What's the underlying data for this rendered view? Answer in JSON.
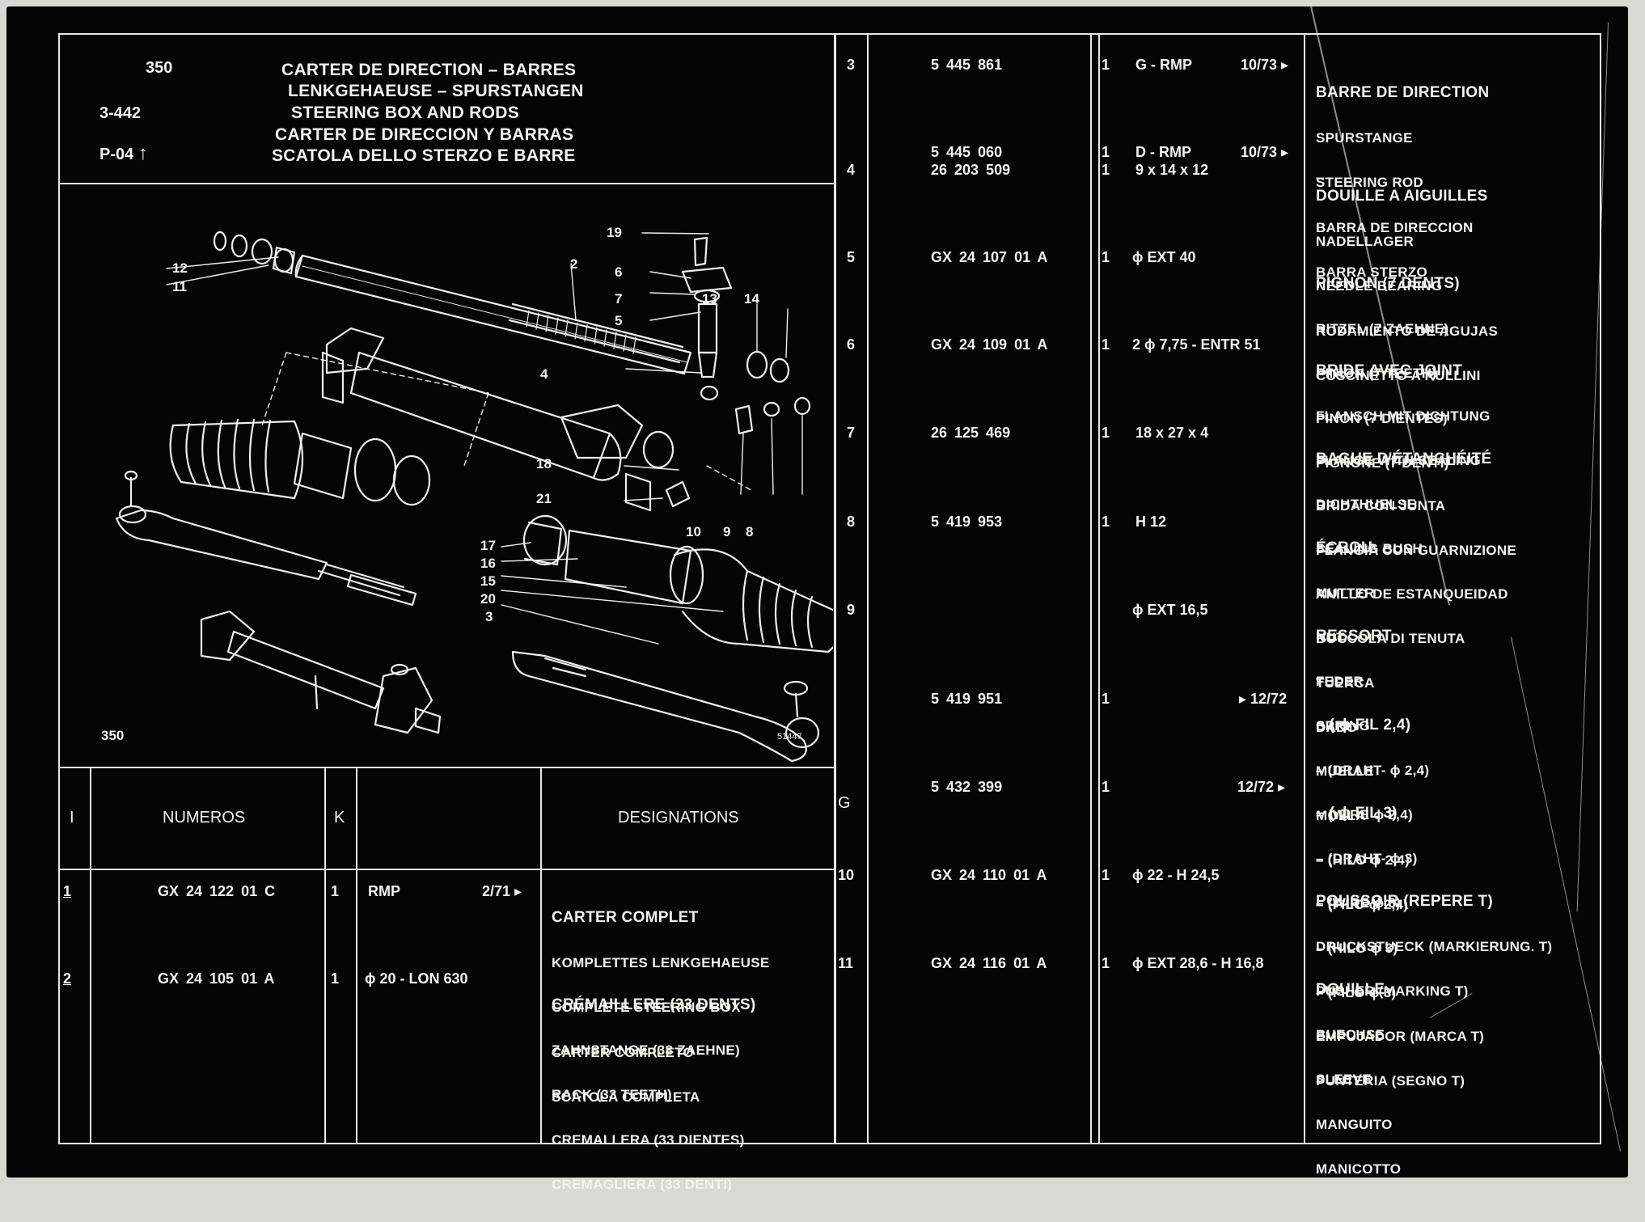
{
  "header": {
    "code": "350",
    "ref1": "3-442",
    "ref2": "P-04",
    "ref2_arrow": "↑",
    "titles": [
      "CARTER DE DIRECTION – BARRES",
      "LENKGEHAEUSE – SPURSTANGEN",
      "STEERING BOX AND RODS",
      "CARTER DE DIRECCION Y BARRAS",
      "SCATOLA DELLO STERZO E BARRE"
    ]
  },
  "diagram": {
    "footer_code": "350",
    "corner_code": "51447",
    "callouts": [
      "19",
      "12",
      "11",
      "2",
      "6",
      "7",
      "13",
      "14",
      "5",
      "4",
      "18",
      "21",
      "10",
      "9",
      "8",
      "17",
      "16",
      "15",
      "20",
      "3"
    ]
  },
  "table_head": {
    "col_i": "I",
    "col_numeros": "NUMEROS",
    "col_k": "K",
    "col_designations": "DESIGNATIONS",
    "col_g": "G"
  },
  "left_rows": [
    {
      "ref": "1",
      "number": "GX 24 122 01 C",
      "qty": "1",
      "spec": "RMP",
      "date": "2/71 ▸",
      "designation": [
        "CARTER COMPLET",
        "KOMPLETTES LENKGEHAEUSE",
        "COMPLETE STEERING BOX",
        "CARTER COMPLETO",
        "SCATOLA COMPLETA"
      ]
    },
    {
      "ref": "2",
      "number": "GX 24 105 01 A",
      "qty": "1",
      "spec": "ϕ 20 - LON 630",
      "date": "",
      "designation": [
        "CRÉMAILLERE (33 DENTS)",
        "ZAHNSTANGE (33 ZAEHNE)",
        "RACK (33 TEETH)",
        "CREMALLERA (33 DIENTES)",
        "CREMAGLIERA (33 DENTI)"
      ]
    }
  ],
  "right_rows": [
    {
      "ref": "3",
      "number": "5 445 861",
      "qty": "1",
      "spec": "G - RMP",
      "date": "10/73 ▸",
      "designation": [
        "BARRE DE DIRECTION",
        "SPURSTANGE",
        "STEERING ROD",
        "BARRA DE DIRECCION",
        "BARRA STERZO"
      ]
    },
    {
      "ref": "",
      "number": "5 445 060",
      "qty": "1",
      "spec": "D - RMP",
      "date": "10/73 ▸",
      "designation": [
        "–"
      ]
    },
    {
      "ref": "4",
      "number": "26 203 509",
      "qty": "1",
      "spec": "9 x 14 x 12",
      "date": "",
      "designation": [
        "DOUILLE A AIGUILLES",
        "NADELLAGER",
        "NEEDLE BEARING",
        "RODAMIENTO DE AGUJAS",
        "CUSCINETTO A RULLINI"
      ]
    },
    {
      "ref": "5",
      "number": "GX 24 107 01 A",
      "qty": "1",
      "spec": "ϕ EXT 40",
      "date": "",
      "designation": [
        "PIGNON (7 DENTS)",
        "RITZEL (7 ZAEHNE)",
        "PINION (7 TEETH)",
        "PINON (7 DIENTES)",
        "PIGNONE (7 DENTI)"
      ]
    },
    {
      "ref": "6",
      "number": "GX 24 109 01 A",
      "qty": "1",
      "spec": "2 ϕ 7,75 - ENTR 51",
      "date": "",
      "designation": [
        "BRIDE AVEC JOINT",
        "FLANSCH MIT DICHTUNG",
        "FLANGE WITH SEALING",
        "BRIDA CON JUNTA",
        "FLANGIA CON GUARNIZIONE"
      ]
    },
    {
      "ref": "7",
      "number": "26 125 469",
      "qty": "1",
      "spec": "18 x 27 x 4",
      "date": "",
      "designation": [
        "BAGUE D'ÉTANCHÉITÉ",
        "DICHTHUELSE",
        "SEALING BUSH",
        "ANILLO DE ESTANQUEIDAD",
        "BOCCOLA DI TENUTA"
      ]
    },
    {
      "ref": "8",
      "number": "5 419 953",
      "qty": "1",
      "spec": "H 12",
      "date": "",
      "designation": [
        "ÉCROU",
        "MUTTER",
        "NUT",
        "TUERCA",
        "DADO"
      ]
    },
    {
      "ref": "9",
      "number": "",
      "qty": "",
      "spec": "ϕ EXT 16,5",
      "date": "",
      "designation": [
        "RESSORT",
        "FEDER",
        "SPRING",
        "MUELLE",
        "MOLLA"
      ]
    },
    {
      "ref": "",
      "number": "5 419 951",
      "qty": "1",
      "spec": "",
      "date": "▸ 12/72",
      "designation": [
        "– ( ϕ FIL 2,4)",
        "– (DRAHT- ϕ 2,4)",
        "– (WIRE ϕ 2,4)",
        "– (HILO ϕ 2,4)",
        "– (FILO ϕ 2,4)"
      ]
    },
    {
      "ref": "",
      "number": "5 432 399",
      "qty": "1",
      "spec": "",
      "date": "12/72 ▸",
      "designation": [
        "– ( ϕ FIL 3)",
        "– (DRAHT- ϕ 3)",
        "– (WIRE ϕ 3)",
        "– (HILO ϕ 3)",
        "– (FILO ϕ 3)"
      ]
    },
    {
      "ref": "10",
      "number": "GX 24 110 01 A",
      "qty": "1",
      "spec": "ϕ 22 - H 24,5",
      "date": "",
      "designation": [
        "POUSSOIR (REPERE T)",
        "DRUCKSTUECK (MARKIERUNG. T)",
        "PUSHER (MARKING T)",
        "EMPUJADOR (MARCA T)",
        "PUNTERIA (SEGNO T)"
      ]
    },
    {
      "ref": "11",
      "number": "GX 24 116 01 A",
      "qty": "1",
      "spec": "ϕ EXT 28,6 - H 16,8",
      "date": "",
      "designation": [
        "DOUILLE",
        "BUECHSE",
        "SLEEVE",
        "MANGUITO",
        "MANICOTTO"
      ]
    }
  ]
}
